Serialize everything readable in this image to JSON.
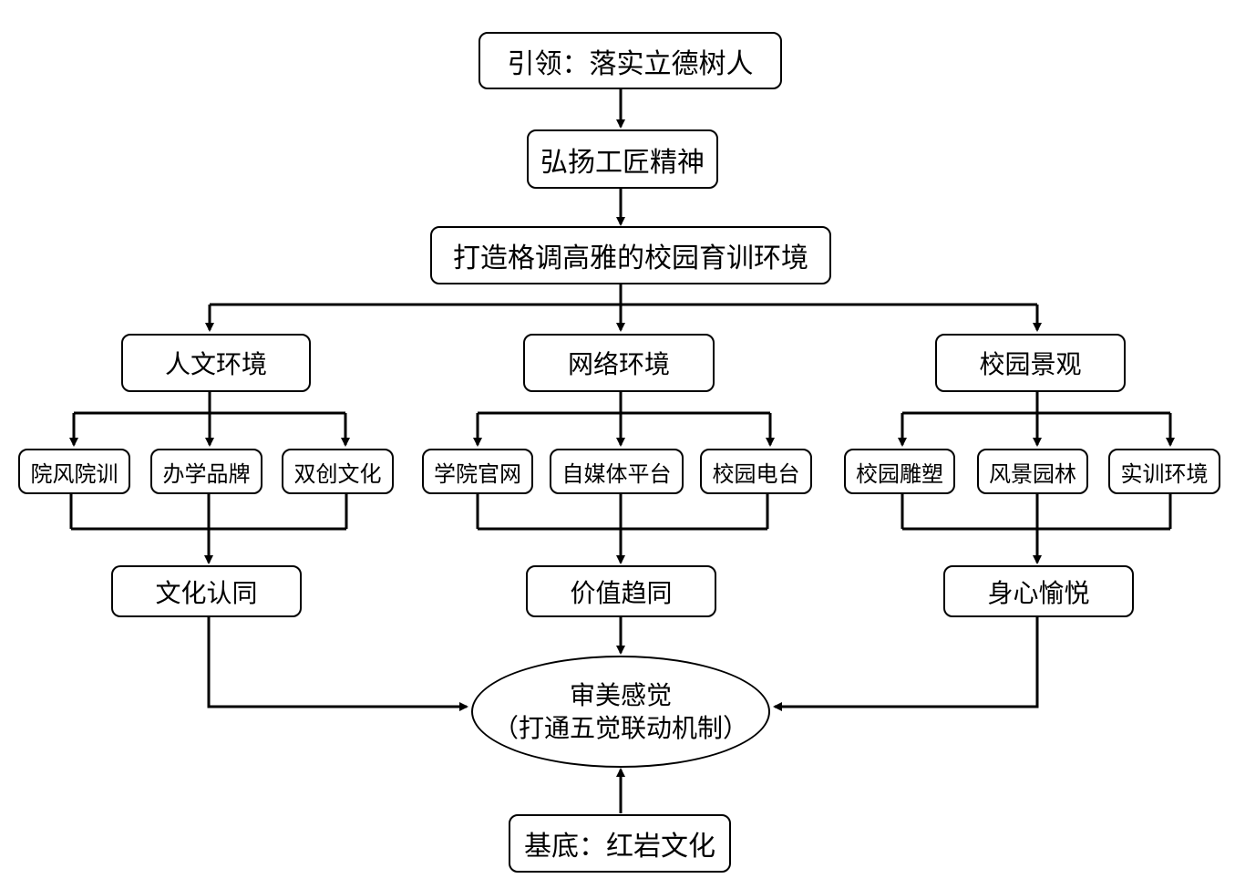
{
  "top": "引领：落实立德树人",
  "spirit": "弘扬工匠精神",
  "goal": "打造格调高雅的校园育训环境",
  "branches": [
    {
      "label": "人文环境",
      "items": [
        "院风院训",
        "办学品牌",
        "双创文化"
      ],
      "result": "文化认同"
    },
    {
      "label": "网络环境",
      "items": [
        "学院官网",
        "自媒体平台",
        "校园电台"
      ],
      "result": "价值趋同"
    },
    {
      "label": "校园景观",
      "items": [
        "校园雕塑",
        "风景园林",
        "实训环境"
      ],
      "result": "身心愉悦"
    }
  ],
  "center": {
    "line1": "审美感觉",
    "line2": "（打通五觉联动机制）"
  },
  "base": "基底：红岩文化"
}
